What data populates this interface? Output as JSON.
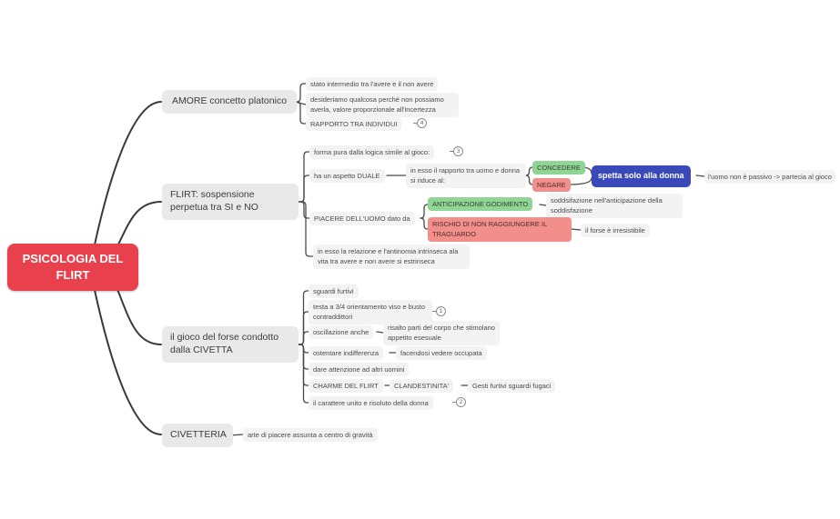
{
  "root": {
    "label": "PSICOLOGIA DEL FLIRT"
  },
  "amore": {
    "label": "AMORE concetto platonico",
    "stato": "stato intermedio tra l'avere e il non avere",
    "desideriamo": "desideriamo qualcosa perché non possiamo averla, valore proporzionale all'incertezza",
    "rapporto": "RAPPORTO TRA INDIVIDUI",
    "rapporto_badge": "4"
  },
  "flirt": {
    "label": "FLIRT: sospensione perpetua tra SI e NO",
    "forma": "forma pura dalla logica simile al gioco:",
    "forma_badge": "3",
    "duale": "ha un aspetto DUALE",
    "rapporto_uomo_donna": "in esso il rapporto tra uomo e donna si riduce al:",
    "concedere": "CONCEDERE",
    "negare": "NEGARE",
    "spetta": "spetta solo alla donna",
    "uomo_non_passivo": "l'uomo non è passivo -> partecia al gioco",
    "piacere": "PIACERE DELL'UOMO dato da",
    "anticipazione": "ANTICIPAZIONE GODIMENTO",
    "soddisfazione": "soddsifazione nell'anticipazione della soddisfazione",
    "rischio": "RISCHIO DI NON RAGGIUNGERE IL TRAGUARDO",
    "forse": "il forse è irresistibile",
    "antinomia": "in esso la relazione e l'antinomia intrinseca ala vita tra avere e non avere si estrinseca"
  },
  "gioco": {
    "label": "il gioco del forse condotto dalla CIVETTA",
    "sguardi": "sguardi furtivi",
    "testa": "testa a 3/4 orientamento viso e busto contraddittori",
    "testa_badge": "1",
    "oscillazione": "oscillazione anche",
    "risalto": "risalto parti del corpo che stimolano appetito esesuale",
    "ostentare": "ostentare indifferenza",
    "facendosi": "facendosi vedere occupata",
    "attenzione": "dare attenzione ad altri uomini",
    "charme": "CHARME DEL FLIRT",
    "clandestinita": "CLANDESTINITA'",
    "gesti": "Gesti furtivi sguardi fugaci",
    "carattere": "il carattere unito e risoluto della donna",
    "carattere_badge": "2"
  },
  "civetteria": {
    "label": "CIVETTERIA",
    "arte": "arte di piacere assunta a centro di gravità"
  },
  "colors": {
    "root_node": "#e8414d",
    "branch_node": "#e9e9e9",
    "leaf_node": "#f3f3f3",
    "green_node": "#8fd694",
    "pink_node": "#f28f8a",
    "blue_node": "#3a49ba",
    "connector": "#4a4a4a"
  }
}
